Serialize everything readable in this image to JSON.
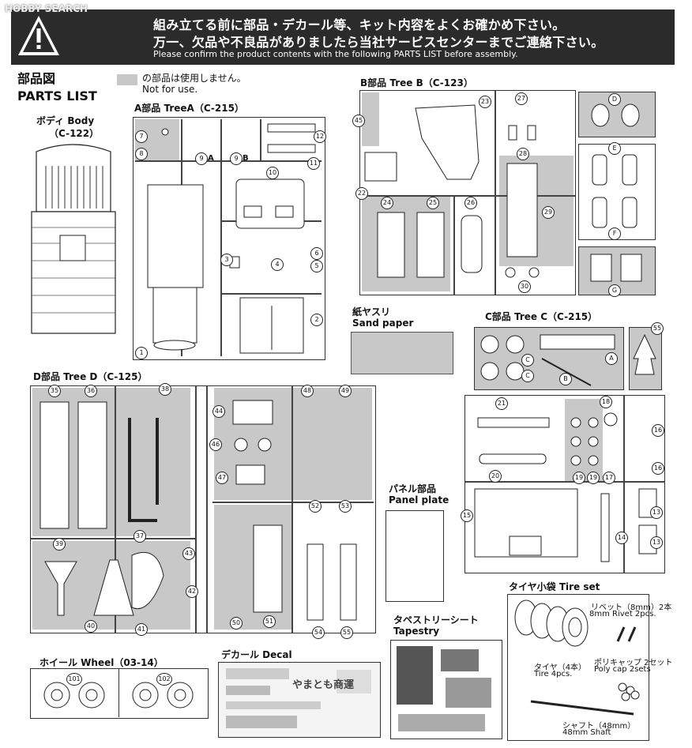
{
  "watermark": "HOBBY SEARCH",
  "header": {
    "line1": "組み立てる前に部品・デカール等、キット内容をよくお確かめ下さい。",
    "line2": "万一、欠品や不良品がありましたら当社サービスセンターまでご連絡下さい。",
    "line3": "Please confirm the product contents with the following PARTS LIST before assembly."
  },
  "title": {
    "jp": "部品図",
    "en": "PARTS LIST"
  },
  "legend": {
    "jp": "の部品は使用しません。",
    "en": "Not for use."
  },
  "body": {
    "jp": "ボディ Body",
    "code": "（C-122）"
  },
  "treeA": {
    "label": "A部品 TreeA（C-215）",
    "nums": [
      "7",
      "8",
      "9",
      "A",
      "9",
      "B",
      "12",
      "11",
      "10",
      "1",
      "2",
      "3",
      "4",
      "5",
      "6"
    ]
  },
  "treeB": {
    "label": "B部品 Tree B（C-123）",
    "nums": [
      "45",
      "23",
      "27",
      "28",
      "22",
      "24",
      "25",
      "26",
      "29",
      "30",
      "D",
      "E",
      "F",
      "G"
    ]
  },
  "sandpaper": {
    "jp": "紙ヤスリ",
    "en": "Sand paper"
  },
  "treeC": {
    "label": "C部品 Tree C（C-215）",
    "nums": [
      "55",
      "C",
      "C",
      "A",
      "B",
      "21",
      "18",
      "16",
      "16",
      "20",
      "19",
      "19",
      "17",
      "15",
      "13",
      "13",
      "14"
    ]
  },
  "treeD": {
    "label": "D部品 Tree D（C-125）",
    "nums": [
      "35",
      "36",
      "38",
      "48",
      "49",
      "44",
      "46",
      "47",
      "37",
      "39",
      "43",
      "42",
      "40",
      "41",
      "52",
      "53",
      "50",
      "51",
      "54",
      "55"
    ]
  },
  "panel": {
    "jp": "パネル部品",
    "en": "Panel plate"
  },
  "tire": {
    "title": "タイヤ小袋 Tire set",
    "rivet_jp": "リベット（8mm）2本",
    "rivet_en": "8mm Rivet 2pcs.",
    "tire_jp": "タイヤ（4本）",
    "tire_en": "Tire 4pcs.",
    "poly_jp": "ポリキャップ 2セット",
    "poly_en": "Poly cap 2sets",
    "shaft_jp": "シャフト（48mm）",
    "shaft_en": "48mm Shaft"
  },
  "tapestry": {
    "jp": "タペストリーシート",
    "en": "Tapestry"
  },
  "wheel": {
    "label": "ホイール Wheel（03-14）",
    "nums": [
      "101",
      "102"
    ]
  },
  "decal": {
    "label": "デカール Decal",
    "text": "やまとも商運"
  }
}
